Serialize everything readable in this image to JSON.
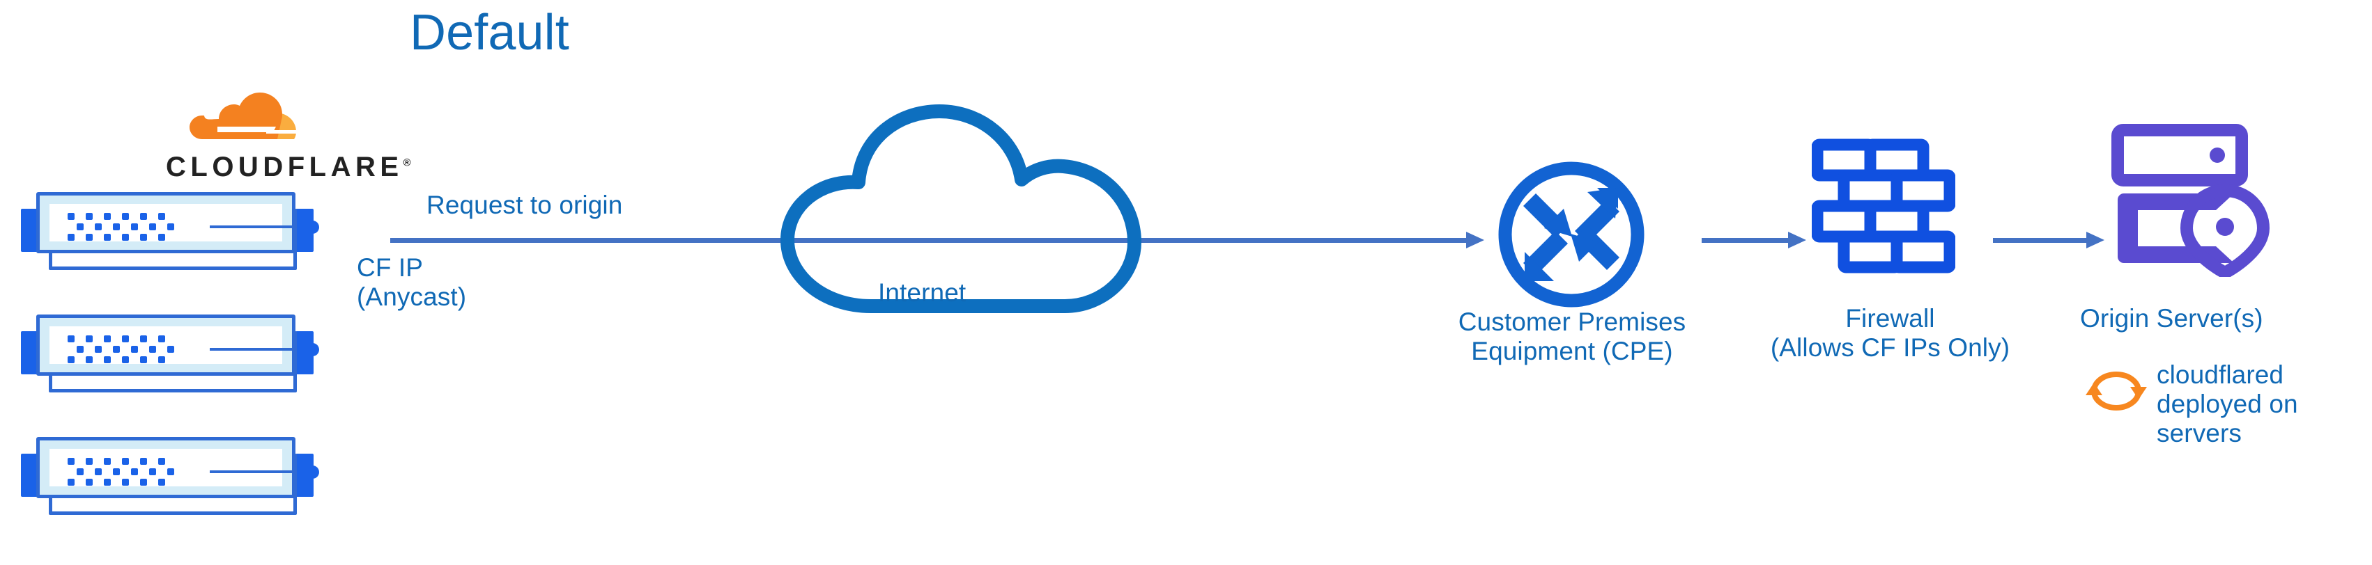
{
  "title": "Default",
  "colors": {
    "title_blue": "#1069b5",
    "label_blue": "#1069b5",
    "arrow_blue": "#4472c4",
    "cloud_blue": "#0d6fbf",
    "icon_blue": "#1a62e8",
    "firewall_blue": "#1050e0",
    "origin_purple": "#5a4bd0",
    "cloudflare_orange": "#f48120",
    "cloudflare_orange_light": "#faad3f",
    "server_frame": "#2f6ad4",
    "server_fill": "#d4ecf7"
  },
  "logo": {
    "wordmark": "CLOUDFLARE",
    "registered_mark": "®",
    "icon_name": "cloudflare-cloud-mark"
  },
  "server_stack": {
    "name": "cloudflare-edge-server-stack",
    "count": 3,
    "units": [
      {
        "label": ""
      },
      {
        "label": ""
      },
      {
        "label": ""
      }
    ]
  },
  "labels": {
    "request_to_origin": "Request to origin",
    "cf_ip": "CF IP\n(Anycast)",
    "internet": "Internet",
    "cpe": "Customer Premises\nEquipment (CPE)",
    "firewall": "Firewall\n(Allows CF IPs Only)",
    "origin_server": "Origin Server(s)",
    "cloudflared": "cloudflared\ndeployed on\nservers"
  },
  "nodes": [
    {
      "id": "cloudflare-edge",
      "label": "CLOUDFLARE",
      "icon": "server-rack-icon"
    },
    {
      "id": "internet",
      "label": "Internet",
      "icon": "cloud-icon"
    },
    {
      "id": "cpe",
      "label": "Customer Premises Equipment (CPE)",
      "icon": "router-icon"
    },
    {
      "id": "firewall",
      "label": "Firewall (Allows CF IPs Only)",
      "icon": "brick-wall-icon"
    },
    {
      "id": "origin",
      "label": "Origin Server(s)",
      "icon": "server-location-pin-icon"
    },
    {
      "id": "cloudflared",
      "label": "cloudflared deployed on servers",
      "icon": "sync-arrows-icon"
    }
  ],
  "edges": [
    {
      "from": "cloudflare-edge",
      "to": "cpe",
      "label": "Request to origin",
      "style": "arrow"
    },
    {
      "from": "cpe",
      "to": "firewall",
      "label": "",
      "style": "arrow"
    },
    {
      "from": "firewall",
      "to": "origin",
      "label": "",
      "style": "arrow"
    }
  ]
}
